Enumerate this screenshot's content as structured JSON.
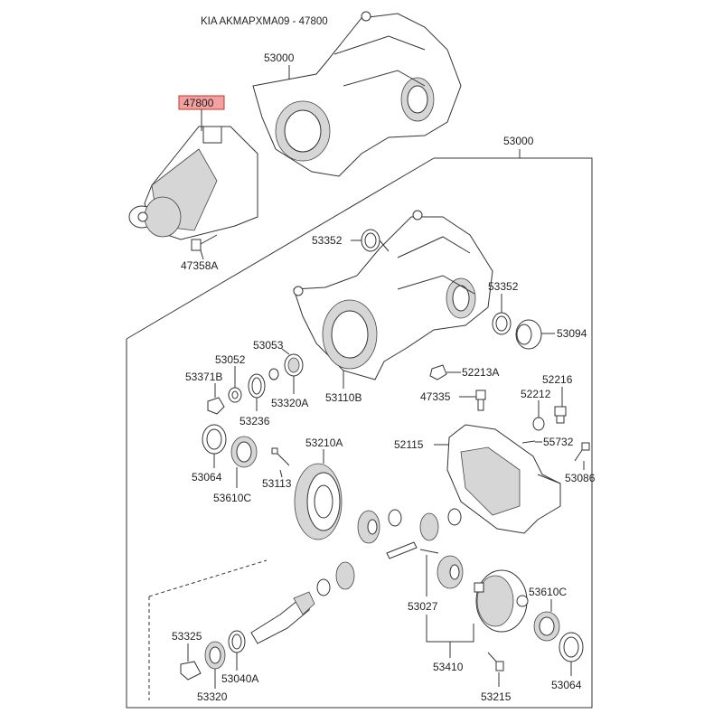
{
  "title": "KIA AKMAPXMA09 - 47800",
  "highlight_color": "#f3a0a0",
  "labels": {
    "l53000_top": "53000",
    "l47800": "47800",
    "l47358A": "47358A",
    "l53000_box": "53000",
    "l53352_a": "53352",
    "l53352_b": "53352",
    "l53094": "53094",
    "l53053": "53053",
    "l53052": "53052",
    "l53371B": "53371B",
    "l53320A": "53320A",
    "l53236": "53236",
    "l53110B": "53110B",
    "l52213A": "52213A",
    "l52216": "52216",
    "l52212": "52212",
    "l47335": "47335",
    "l52115": "52115",
    "l55732": "55732",
    "l53086": "53086",
    "l53064_a": "53064",
    "l53610C_a": "53610C",
    "l53113": "53113",
    "l53210A": "53210A",
    "l53027": "53027",
    "l53610C_b": "53610C",
    "l53325": "53325",
    "l53040A": "53040A",
    "l53320": "53320",
    "l53410": "53410",
    "l53215": "53215",
    "l53064_b": "53064"
  }
}
